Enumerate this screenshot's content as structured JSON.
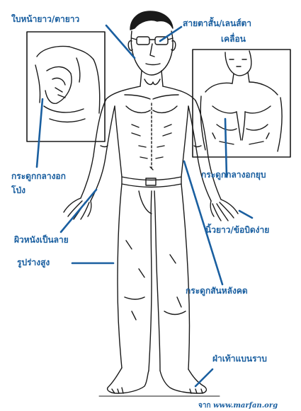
{
  "labels": {
    "face_eyes": "ใบหน้ายาว/ตายาว",
    "vision_lens_1": "สายตาสั้น/เลนส์ตา",
    "vision_lens_2": "เคลื่อน",
    "chest_protruding_1": "กระดูกกลางอก",
    "chest_protruding_2": "โป่ง",
    "chest_sunken": "กระดูกกลางอกยุบ",
    "stretchy_skin": "ผิวหนังเป็นลาย",
    "tall_body": "รูปร่างสูง",
    "long_fingers": "นิ้วยาว/ข้อบิดง่าย",
    "spine_curve": "กระดูกสันหลังคด",
    "flat_feet": "ฝ่าเท้าแบนราบ"
  },
  "source": {
    "prefix": "จาก",
    "site": "www.marfan.org"
  },
  "colors": {
    "label": "#1a5fa0",
    "line_art": "#1a1a1a",
    "background": "#ffffff"
  }
}
